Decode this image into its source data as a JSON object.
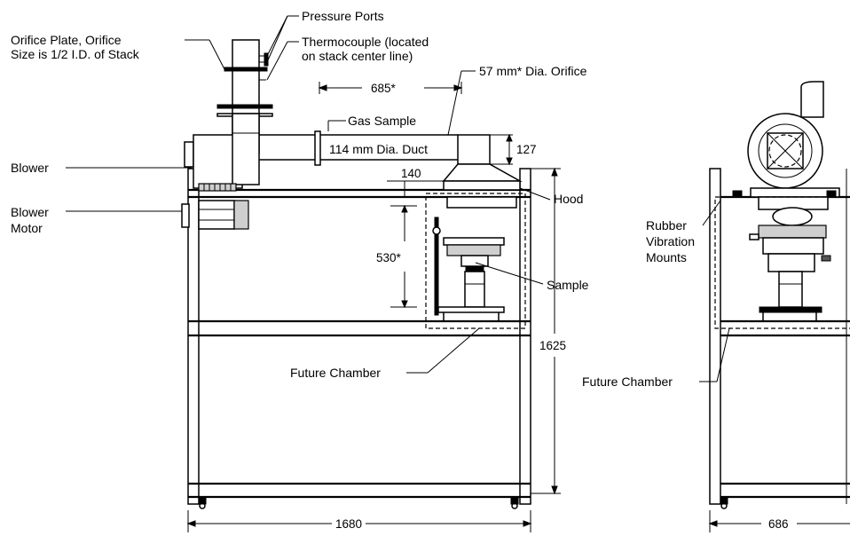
{
  "labels": {
    "pressure_ports": "Pressure Ports",
    "thermocouple_1": "Thermocouple (located",
    "thermocouple_2": "on stack center line)",
    "orifice_plate_1": "Orifice Plate, Orifice",
    "orifice_plate_2": "Size is 1/2 I.D. of Stack",
    "dim_685": "685*",
    "orifice_57": "57 mm* Dia. Orifice",
    "gas_sample": "Gas Sample",
    "duct": "114 mm Dia. Duct",
    "dim_127": "127",
    "blower": "Blower",
    "blower_motor_1": "Blower",
    "blower_motor_2": "Motor",
    "dim_140": "140",
    "hood": "Hood",
    "dim_530": "530*",
    "sample": "Sample",
    "future_chamber_front": "Future Chamber",
    "dim_1625": "1625",
    "dim_1680": "1680",
    "rubber_1": "Rubber",
    "rubber_2": "Vibration",
    "rubber_3": "Mounts",
    "future_chamber_side": "Future Chamber",
    "dim_686": "686"
  }
}
